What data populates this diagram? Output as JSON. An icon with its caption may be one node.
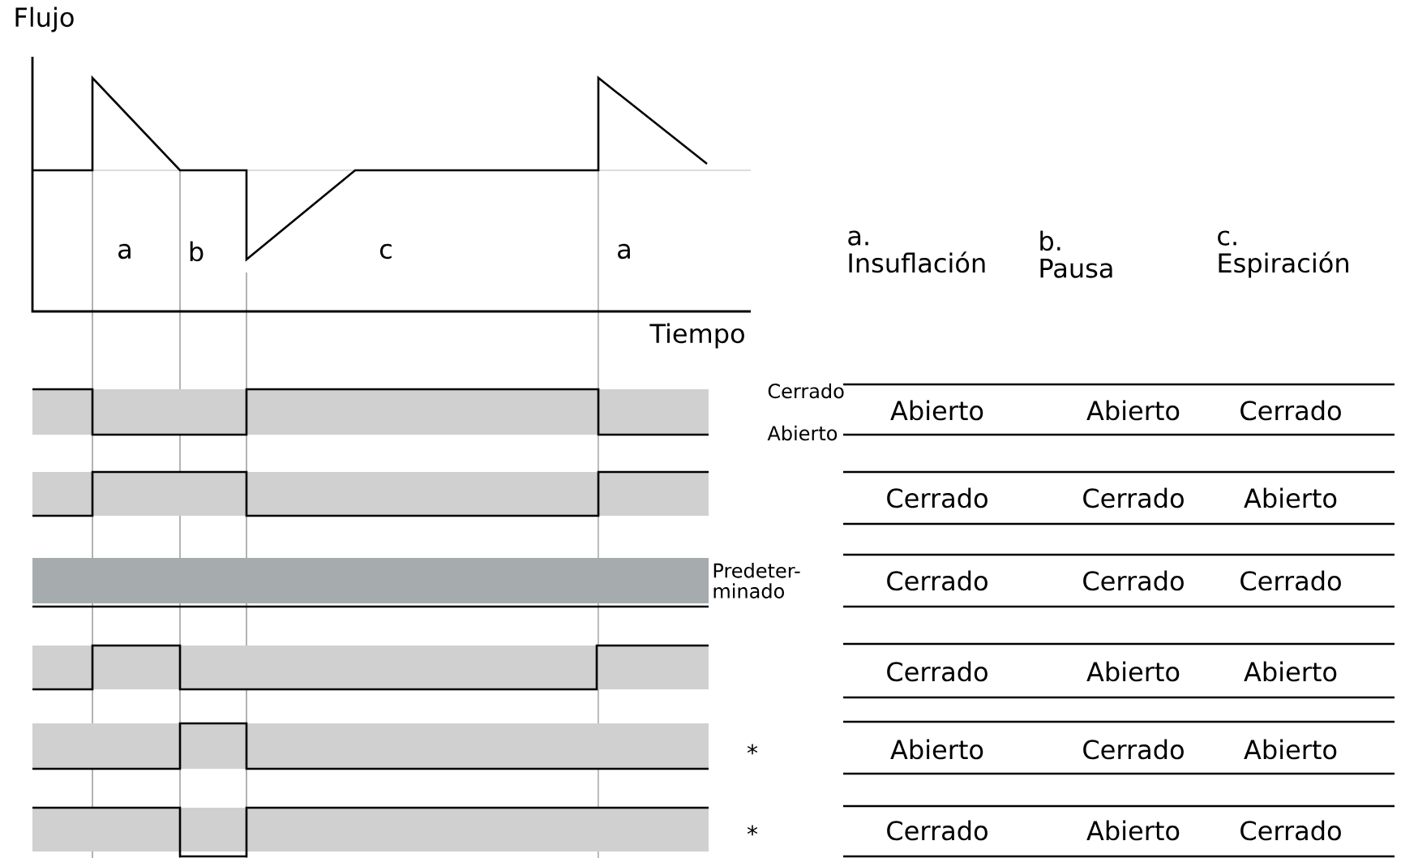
{
  "diagram": {
    "labels": [
      "Flujo",
      "a",
      "b",
      "c",
      "a",
      "a. Insuflación",
      "b. Pausa",
      "c. Espiración",
      "Tiempo",
      "Cerrado",
      "Abierto",
      "Abierto",
      "Abierto",
      "Cerrado",
      "Cerrado",
      "Cerrado",
      "Abierto",
      "Predeter- minado",
      "Cerrado",
      "Cerrado",
      "Cerrado",
      "Cerrado",
      "Abierto",
      "Abierto",
      "*",
      "Abierto",
      "Cerrado",
      "Abierto",
      "*",
      "Cerrado",
      "Abierto",
      "Cerrado"
    ]
  }
}
